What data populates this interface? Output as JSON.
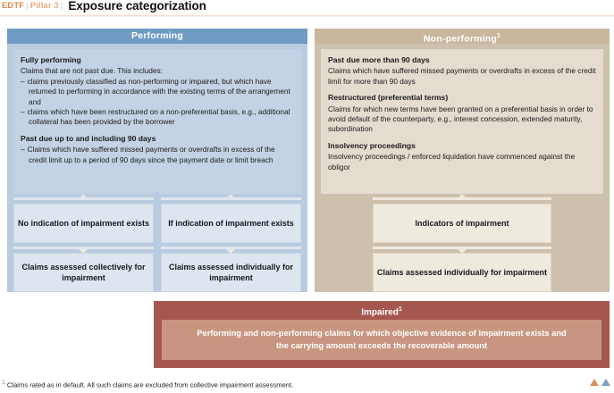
{
  "header": {
    "breadcrumb_edtf": "EDTF",
    "breadcrumb_sep": "|",
    "breadcrumb_pillar": "Pillar 3",
    "title": "Exposure categorization"
  },
  "columns": {
    "performing": {
      "heading": "Performing",
      "blocks": [
        {
          "heading": "Fully performing",
          "paragraph": "Claims that are not past due. This includes:"
        },
        {
          "bullet": "claims previously classified as non-performing or impaired, but which have returned to performing in accordance with the existing terms of the arrangement and"
        },
        {
          "bullet": "claims which have been restructured on a non-preferential basis, e.g., additional collateral has been provided by the borrower"
        },
        {
          "heading": "Past due up to and including 90 days"
        },
        {
          "bullet": "Claims which have suffered missed payments or overdrafts in excess of the credit limit up to a period of 90 days since the payment date or limit breach"
        }
      ],
      "nodes_row1": [
        "No indication of impairment exists",
        "If indication of impairment exists"
      ],
      "nodes_row2": [
        "Claims assessed collectively for impairment",
        "Claims assessed individually for impairment"
      ]
    },
    "non_performing": {
      "heading": "Non-performing",
      "heading_superscript": "1",
      "blocks": [
        {
          "heading": "Past due more than 90 days",
          "paragraph": "Claims which have suffered missed payments or overdrafts in excess of the credit limit for more than 90 days"
        },
        {
          "heading": "Restructured (preferential terms)",
          "paragraph": "Claims for which new terms have been granted on a preferential basis in order to avoid default of the counterparty, e.g., interest concession, extended maturity, subordination"
        },
        {
          "heading": "Insolvency proceedings",
          "paragraph": "Insolvency proceedings / enforced liquidation have commenced against the obligor"
        }
      ],
      "node_row1": "Indicators of impairment",
      "node_row2": "Claims assessed individually for impairment"
    }
  },
  "impaired": {
    "heading": "Impaired",
    "heading_superscript": "1",
    "line1": "Performing and non-performing claims for which objective evidence of impairment exists and",
    "line2": "the carrying amount exceeds the recoverable amount"
  },
  "footnote": {
    "mark": "1",
    "text": "Claims rated as in default. All such claims are excluded from collective impairment assessment."
  },
  "colors": {
    "performing_panel": "#b9cbe0",
    "performing_header": "#6f9bc4",
    "non_performing_panel": "#cdc0ac",
    "non_performing_header": "#c8b79d",
    "impaired": "#a5574f",
    "impaired_inner": "#c89680",
    "accent_orange": "#e08a4e"
  }
}
